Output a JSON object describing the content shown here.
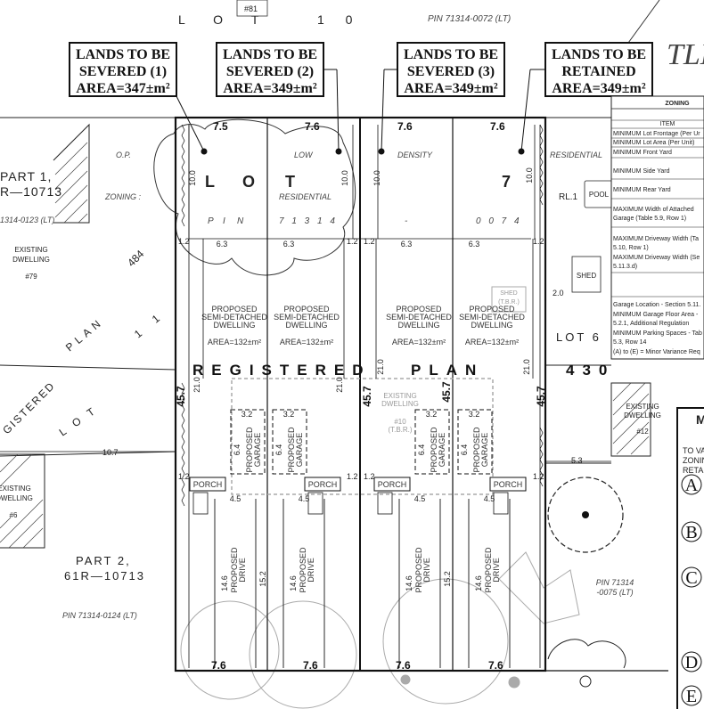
{
  "top": {
    "lot_letters": [
      "L",
      "O",
      "T"
    ],
    "lot_number": "1 0",
    "top_ref": "#81",
    "pin_top": "PIN 71314-0072 (LT)"
  },
  "callouts": [
    {
      "line1": "LANDS TO BE",
      "line2": "SEVERED (1)",
      "line3": "AREA=347±m²"
    },
    {
      "line1": "LANDS TO BE",
      "line2": "SEVERED (2)",
      "line3": "AREA=349±m²"
    },
    {
      "line1": "LANDS TO BE",
      "line2": "SEVERED (3)",
      "line3": "AREA=349±m²"
    },
    {
      "line1": "LANDS TO BE",
      "line2": "RETAINED",
      "line3": "AREA=349±m²"
    }
  ],
  "corner_title": "TLE",
  "lots": [
    {
      "frontage": "7.5",
      "dwelling": [
        "PROPOSED",
        "SEMI-DETACHED",
        "DWELLING"
      ],
      "area": "AREA=132±m²",
      "garage": [
        "PROPOSED",
        "GARAGE"
      ],
      "drive": [
        "PROPOSED",
        "DRIVE"
      ],
      "porch": "PORCH",
      "rear": "7.6",
      "width63": "6.3",
      "gw": "3.2",
      "gd": "6.4",
      "dw": "4.5",
      "dl": "14.6"
    },
    {
      "frontage": "7.6",
      "dwelling": [
        "PROPOSED",
        "SEMI-DETACHED",
        "DWELLING"
      ],
      "area": "AREA=132±m²",
      "garage": [
        "PROPOSED",
        "GARAGE"
      ],
      "drive": [
        "PROPOSED",
        "DRIVE"
      ],
      "porch": "PORCH",
      "rear": "7.6",
      "width63": "6.3",
      "gw": "3.2",
      "gd": "6.4",
      "dw": "4.5",
      "dl": "14.6"
    },
    {
      "frontage": "7.6",
      "dwelling": [
        "PROPOSED",
        "SEMI-DETACHED",
        "DWELLING"
      ],
      "area": "AREA=132±m²",
      "garage": [
        "PROPOSED",
        "GARAGE"
      ],
      "drive": [
        "PROPOSED",
        "DRIVE"
      ],
      "porch": "PORCH",
      "rear": "7.6",
      "width63": "6.3",
      "gw": "3.2",
      "gd": "6.4",
      "dw": "4.5",
      "dl": "14.6"
    },
    {
      "frontage": "7.6",
      "dwelling": [
        "PROPOSED",
        "SEMI-DETACHED",
        "DWELLING"
      ],
      "area": "AREA=132±m²",
      "garage": [
        "PROPOSED",
        "GARAGE"
      ],
      "drive": [
        "PROPOSED",
        "DRIVE"
      ],
      "porch": "PORCH",
      "rear": "7.6",
      "width63": "6.3",
      "gw": "3.2",
      "gd": "6.4",
      "dw": "4.5",
      "dl": "14.6"
    }
  ],
  "op_row": {
    "label": "O.P.",
    "v1": "LOW",
    "v2": "DENSITY",
    "v3": "RESIDENTIAL"
  },
  "zoning_row": {
    "label": "ZONING :",
    "v1": "RESIDENTIAL",
    "v2": "RL.1"
  },
  "lot7": {
    "letters": [
      "L",
      "O",
      "T"
    ],
    "number": "7"
  },
  "pin_row": {
    "letters": [
      "P",
      "I",
      "N"
    ],
    "a": "7 1 3 1 4",
    "dash": "-",
    "b": "0 0 7 4"
  },
  "registered_plan": {
    "w1": "REGISTERED",
    "w2": "PLAN",
    "w3": "430"
  },
  "dims": {
    "front_setback": "10.0",
    "side": "1.2",
    "depth": "45.7",
    "rear_setback": "21.0",
    "drive_len": "15.2",
    "left_offset": "10.7",
    "right_offset": "5.3",
    "shed_offset": "2.0"
  },
  "existing_dwelling_center": [
    "EXISTING",
    "DWELLING"
  ],
  "existing_ref_center": [
    "#10",
    "(T.B.R.)"
  ],
  "shed_tbr": [
    "SHED",
    "(T.B.R.)"
  ],
  "left_side": {
    "part1": [
      "PART 1,",
      "R—10713"
    ],
    "pin_0123": "1314-0123 (LT)",
    "existing1": [
      "EXISTING",
      "DWELLING"
    ],
    "ref79": "#79",
    "n484": "484",
    "plan": "PLAN",
    "n11": "1 1",
    "registered": "GISTERED",
    "lot": "L O T",
    "existing2": [
      "EXISTING",
      "DWELLING"
    ],
    "ref6": "#6",
    "part2": [
      "PART 2,",
      "61R—10713"
    ],
    "pin_0124": "PIN 71314-0124 (LT)"
  },
  "right_side": {
    "pool": "POOL",
    "shed": "SHED",
    "lot6": "LOT 6",
    "existing": [
      "EXISTING",
      "DWELLING"
    ],
    "ref12": "#12",
    "pin_0075": [
      "PIN 71314",
      "-0075 (LT)"
    ]
  },
  "zoning_table": {
    "header": "ZONING",
    "item_header": "ITEM",
    "rows": [
      "MINIMUM Lot Frontage (Per Ur",
      "MINIMUM Lot Area (Per Unit)",
      "MINIMUM Front Yard",
      "MINIMUM Side Yard",
      "MINIMUM Rear Yard",
      "MAXIMUM Width of Attached",
      "Garage (Table 5.9, Row 1)",
      "MAXIMUM Driveway Width (Ta",
      "5.10, Row 1)",
      "MAXIMUM Driveway Width (Se",
      "5.11.3.d)",
      "Garage Location - Section 5.11.",
      "MINIMUM Garage Floor Area -",
      "5.2.1, Additional Regulation",
      "MINIMUM Parking Spaces - Tab",
      "5.3, Row 14",
      "(A) to (E) = Minor Variance Req"
    ]
  },
  "variance_box": {
    "title": "M",
    "lines": [
      "TO VA",
      "ZONIN",
      "RETAI"
    ],
    "letters": [
      "A",
      "B",
      "C",
      "D",
      "E"
    ]
  }
}
